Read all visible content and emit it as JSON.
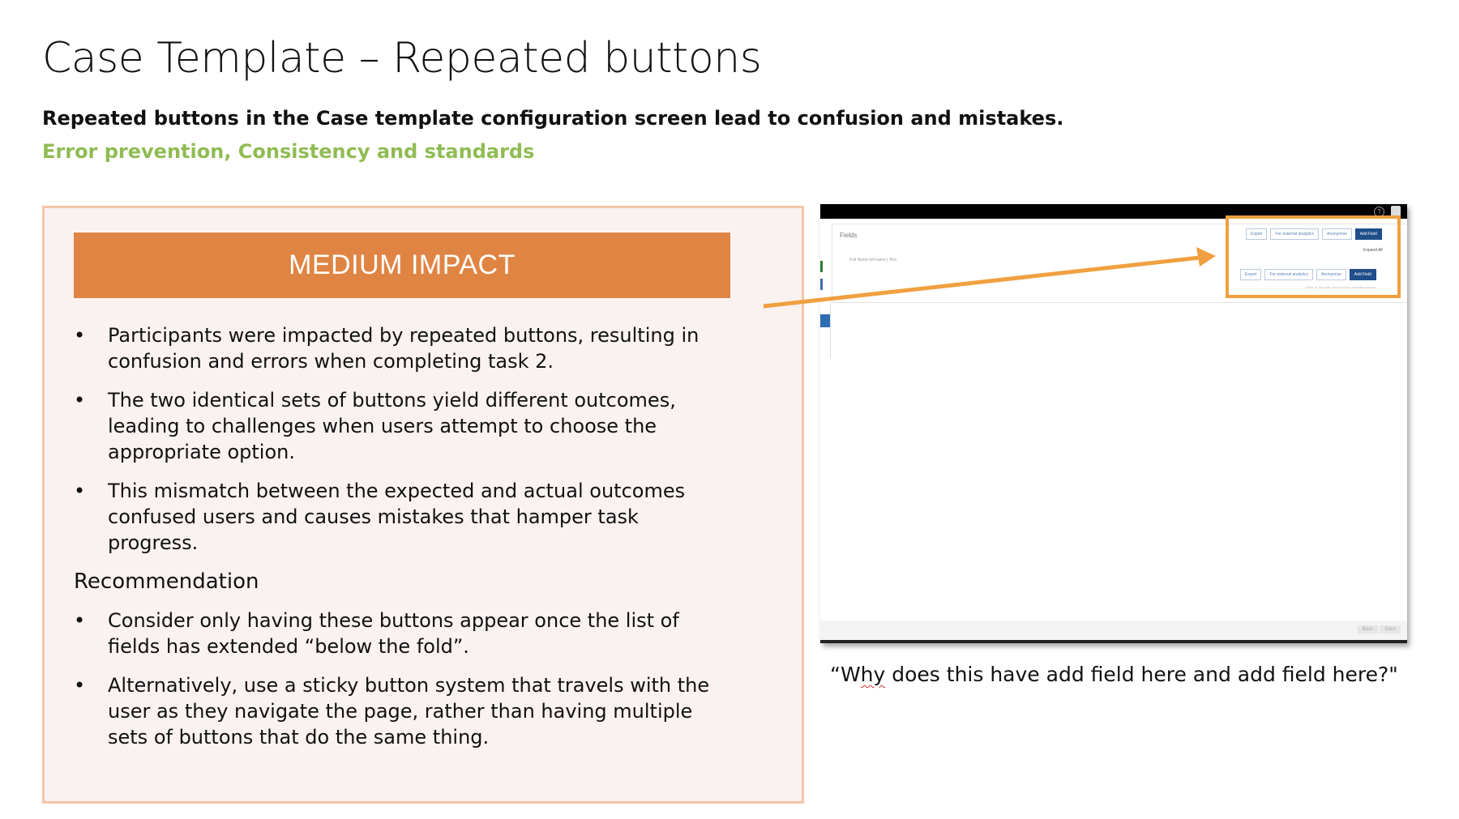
{
  "slide": {
    "title": "Case Template – Repeated buttons",
    "subtitle": "Repeated buttons in the Case template configuration screen lead to confusion and mistakes.",
    "heuristics": "Error prevention, Consistency and standards",
    "colors": {
      "heuristics": "#8fbc53",
      "impact_banner": "#e08443",
      "card_bg": "#faf2f1",
      "card_border": "#f5c6a8",
      "highlight": "#f0a040"
    }
  },
  "impact": {
    "level": "MEDIUM IMPACT",
    "bullet_glyph": "•",
    "findings": [
      "Participants were impacted by repeated buttons, resulting in confusion and errors when completing task 2.",
      "The two identical sets of buttons yield different outcomes, leading to challenges when users attempt to choose the appropriate option.",
      "This mismatch between the expected and actual outcomes confused users and causes mistakes that hamper task progress."
    ],
    "recommendation_heading": "Recommendation",
    "recommendations": [
      "Consider only having these buttons appear once the list of fields has extended “below the fold”.",
      "Alternatively, use a sticky button system that travels with the user as they navigate the page, rather than having multiple sets of buttons that do the same thing."
    ]
  },
  "screenshot": {
    "fields_label": "Fields",
    "field_row": "Full Name   full-name | Text",
    "buttons_top": [
      "Export",
      "For external analytics",
      "Anonymise",
      "Add Field"
    ],
    "expand_all": "Expand All",
    "buttons_bottom": [
      "Export",
      "For external analytics",
      "Anonymise",
      "Add Field"
    ],
    "hint": "Hover or Tab over rows to show available actions",
    "footer_back": "Back",
    "footer_save": "Save"
  },
  "quote": {
    "open": "“W",
    "squiggle": "hy",
    "rest": " does this have add field here and add field here?\""
  }
}
